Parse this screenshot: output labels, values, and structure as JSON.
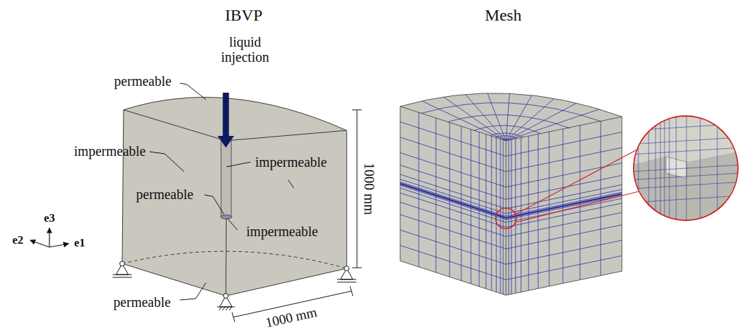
{
  "diagram": {
    "labels": [
      "IBVP",
      "Mesh",
      "permeable",
      "liquid injection",
      "impermeable",
      "impermeable",
      "permeable",
      "impermeable",
      "1000 mm",
      "permeable",
      "1000 mm",
      "e3",
      "e2",
      "e1"
    ]
  }
}
